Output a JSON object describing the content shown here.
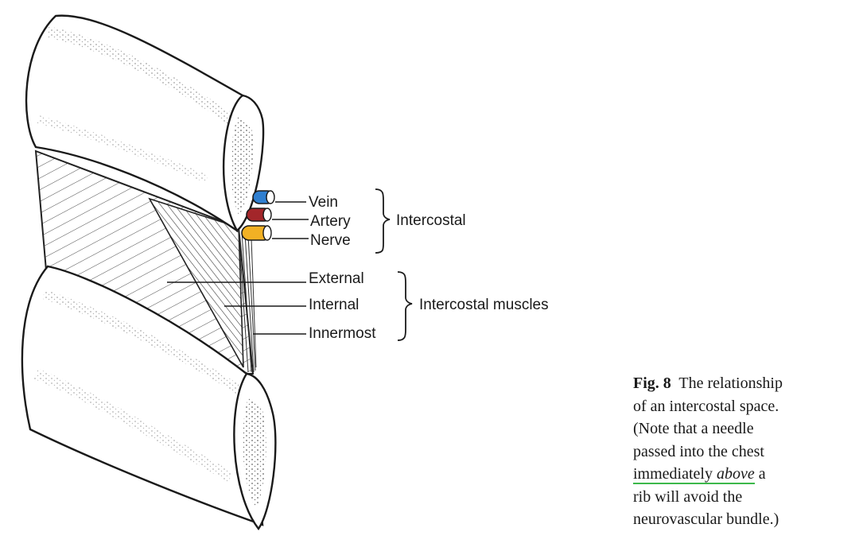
{
  "labels": {
    "vein": "Vein",
    "artery": "Artery",
    "nerve": "Nerve",
    "intercostal": "Intercostal",
    "external": "External",
    "internal": "Internal",
    "innermost": "Innermost",
    "intercostal_muscles": "Intercostal muscles"
  },
  "caption": {
    "fig_label": "Fig. 8",
    "line1_rest": "The relationship",
    "line2": "of an intercostal space.",
    "line3": "(Note that a needle",
    "line4": "passed into the chest",
    "line5_a": "immediately",
    "line5_em": "above",
    "line5_b": "a",
    "line6": "rib will avoid the",
    "line7": "neurovascular bundle.)"
  },
  "colors": {
    "vein": "#2f7fd0",
    "artery": "#a3262a",
    "nerve": "#f2b124",
    "underline": "#3cb84a",
    "ink": "#1a1a1a"
  }
}
